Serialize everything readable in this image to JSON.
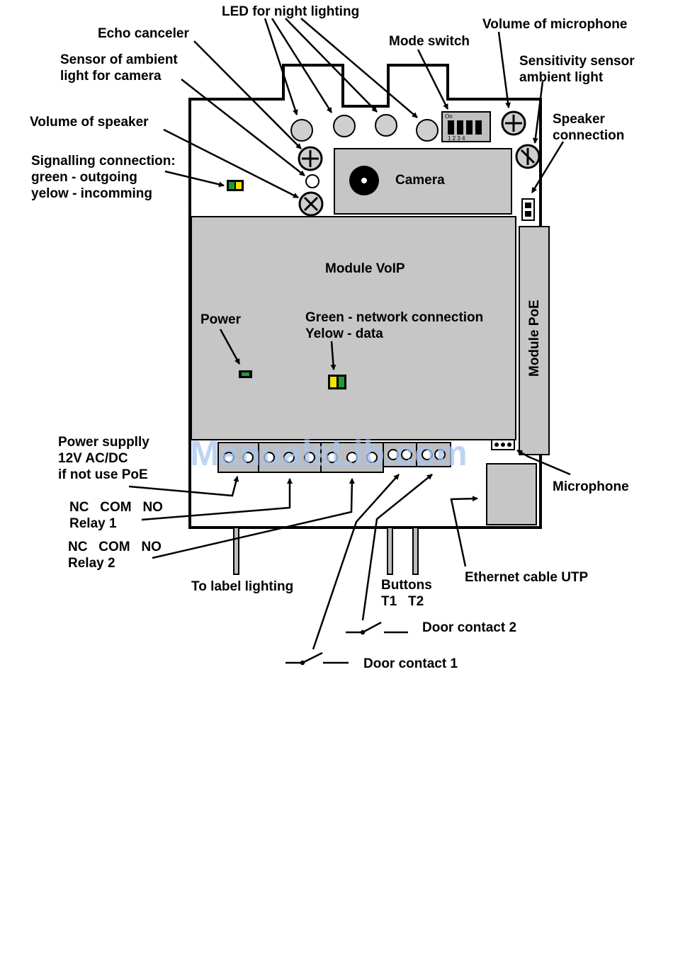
{
  "labels": {
    "led_night": "LED for night lighting",
    "echo": "Echo canceler",
    "sensor_ambient_1": "Sensor of ambient",
    "sensor_ambient_2": "light for camera",
    "mode_switch": "Mode switch",
    "vol_mic": "Volume of microphone",
    "sens_sensor_1": "Sensitivity sensor",
    "sens_sensor_2": "ambient light",
    "vol_speaker": "Volume of speaker",
    "speaker_conn_1": "Speaker",
    "speaker_conn_2": "connection",
    "signal_1": "Signalling connection:",
    "signal_2": "green - outgoing",
    "signal_3": "yelow - incomming",
    "camera": "Camera",
    "module_voip": "Module VoIP",
    "module_poe": "Module PoE",
    "power": "Power",
    "net_1": "Green - network connection",
    "net_2": "Yelow - data",
    "psu_1": "Power supplly",
    "psu_2": "12V AC/DC",
    "psu_3": "if not use PoE",
    "relay1_pins": "NC   COM   NO",
    "relay1": "Relay 1",
    "relay2_pins": "NC   COM   NO",
    "relay2": "Relay 2",
    "microphone": "Microphone",
    "label_lighting": "To label lighting",
    "buttons": "Buttons",
    "t1t2": "T1   T2",
    "ethernet": "Ethernet cable UTP",
    "door2": "Door contact 2",
    "door1": "Door contact 1",
    "dip_on": "On",
    "dip_nums": "1 2 3 4"
  },
  "watermark": "ManualsLib.com",
  "colors": {
    "module_fill": "#c6c6c6",
    "led_green": "#1f9a3a",
    "led_yellow": "#f2e400",
    "watermark": "#a9c6ee"
  }
}
